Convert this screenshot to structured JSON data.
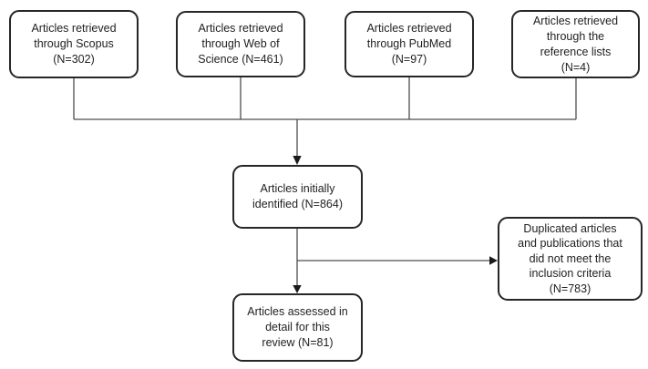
{
  "figure": {
    "type": "flowchart",
    "colors": {
      "background": "#ffffff",
      "box_border": "#262626",
      "line": "#4d4d4d",
      "arrowhead": "#1a1a1a",
      "text": "#1f1f1f"
    },
    "nodes": {
      "scopus": {
        "label": "Articles retrieved\nthrough Scopus\n(N=302)",
        "n": 302
      },
      "web_of_science": {
        "label": "Articles retrieved\nthrough Web of\nScience (N=461)",
        "n": 461
      },
      "pubmed": {
        "label": "Articles retrieved\nthrough PubMed\n(N=97)",
        "n": 97
      },
      "reference_lists": {
        "label": "Articles retrieved\nthrough the\nreference lists\n(N=4)",
        "n": 4
      },
      "initially_identified": {
        "label": "Articles initially\nidentified (N=864)",
        "n": 864
      },
      "excluded": {
        "label": "Duplicated articles\nand publications that\ndid not meet the\ninclusion criteria\n(N=783)",
        "n": 783
      },
      "assessed": {
        "label": "Articles assessed in\ndetail for this\nreview (N=81)",
        "n": 81
      }
    },
    "edges": [
      {
        "from": "scopus",
        "to": "initially_identified"
      },
      {
        "from": "web_of_science",
        "to": "initially_identified"
      },
      {
        "from": "pubmed",
        "to": "initially_identified"
      },
      {
        "from": "reference_lists",
        "to": "initially_identified"
      },
      {
        "from": "initially_identified",
        "to": "excluded"
      },
      {
        "from": "initially_identified",
        "to": "assessed"
      }
    ]
  }
}
